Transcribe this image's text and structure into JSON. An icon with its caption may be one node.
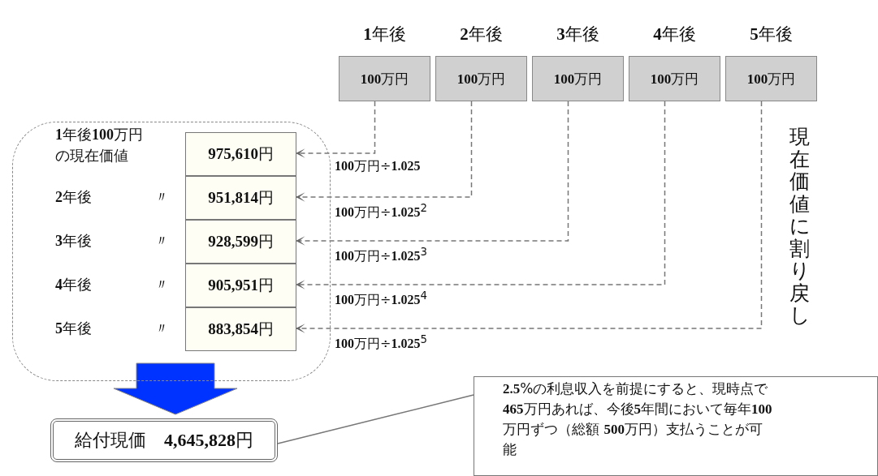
{
  "diagram": {
    "nodes": [
      {
        "text": [],
        "shape": "box"
      },
      {
        "text": [
          "**1**年後",
          "**100**万円"
        ]
      },
      {
        "text": [
          "**2**年後",
          "**100**万円"
        ]
      },
      {
        "text": [
          "**3**年後",
          "**100**万円"
        ]
      },
      {
        "text": [
          "**4**年後",
          "**100**万円"
        ]
      },
      {
        "text": [
          "**5**年後",
          "**100**万円"
        ]
      },
      {
        "text": [
          "**975,610**円"
        ],
        "in": 0,
        "beside": [
          "**1**年後**100**万円の現在価値"
        ]
      },
      {
        "text": [
          "**951,814**円"
        ],
        "in": 0
      },
      {
        "text": [
          "**928,599**円"
        ],
        "in": 0
      },
      {
        "text": [
          "**905,951**円"
        ],
        "in": 0
      },
      {
        "text": [
          "**883,854**円"
        ],
        "in": 0
      },
      {
        "text": [
          "給付現価　**4,645,828**円"
        ]
      },
      {
        "text": [
          "**2.5**%の利息収入を前提にすると、現時点で **465**万円あれば、今後**5**年間において毎年**100**万円ずつ（総額 **500**万円）支払うことが可能"
        ]
      }
    ],
    "edges": [
      {
        "from": 1,
        "to": 6,
        "arrow": "to",
        "style": "dashed",
        "label": "**100**万円÷**1.025**"
      },
      {
        "from": 2,
        "to": 7,
        "arrow": "to",
        "style": "dashed",
        "label": "**100**万円÷**1.025**$^{2}$"
      },
      {
        "from": 3,
        "to": 8,
        "arrow": "to",
        "style": "dashed",
        "label": "**100**万円÷**1.025**$^{3}$"
      },
      {
        "from": 4,
        "to": 9,
        "arrow": "to",
        "style": "dashed",
        "label": "**100**万円÷**1.025**$^{4}$"
      },
      {
        "from": 5,
        "to": 10,
        "arrow": "to",
        "style": "dashed",
        "label": "**100**万円÷**1.025**$^{5}$"
      },
      {
        "from": 0,
        "to": 11,
        "arrow": "to",
        "style": "thick",
        "color": "#0033ff"
      },
      {
        "from": 12,
        "to": 11,
        "arrow": "none"
      }
    ],
    "labels": [
      "**2**年後",
      "〃",
      "**3**年後",
      "〃",
      "**4**年後",
      "〃",
      "**5**年後",
      "〃",
      "現在価値に割り戻し"
    ]
  }
}
